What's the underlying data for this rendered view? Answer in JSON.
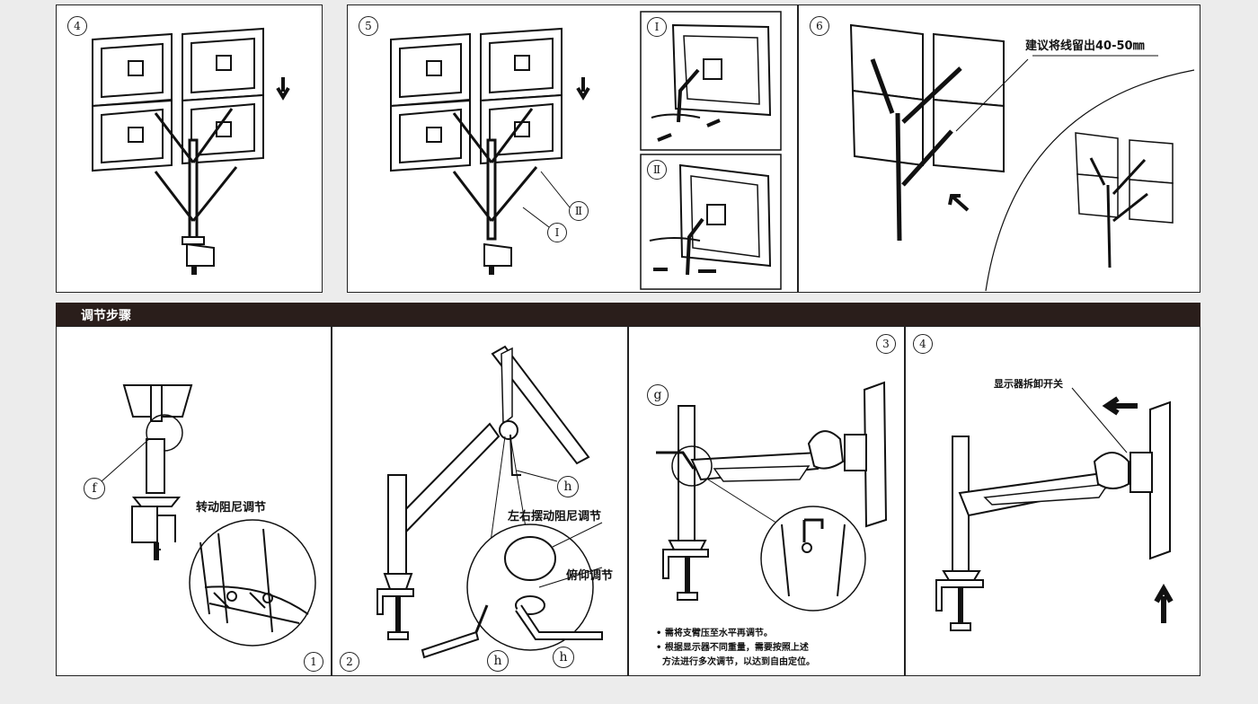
{
  "top": {
    "p4": {
      "num": "4"
    },
    "p5": {
      "num": "5",
      "callout_1": "Ⅰ",
      "callout_2": "Ⅱ",
      "sub1_num": "Ⅰ",
      "sub2_num": "Ⅱ"
    },
    "p6": {
      "num": "6",
      "cable_note": "建议将线留出40-50㎜"
    }
  },
  "section_title": "调节步骤",
  "bottom": {
    "s1": {
      "num": "1",
      "letter": "f",
      "label": "转动阻尼调节"
    },
    "s2": {
      "num": "2",
      "letter_h1": "h",
      "letter_h2": "h",
      "letter_h3": "h",
      "label_swing": "左右摆动阻尼调节",
      "label_tilt": "俯仰调节"
    },
    "s3": {
      "num": "3",
      "letter": "g",
      "note_1": "• 需将支臂压至水平再调节。",
      "note_2": "• 根据显示器不同重量，需要按照上述",
      "note_3": "  方法进行多次调节，以达到自由定位。"
    },
    "s4": {
      "num": "4",
      "label": "显示器拆卸开关"
    }
  }
}
